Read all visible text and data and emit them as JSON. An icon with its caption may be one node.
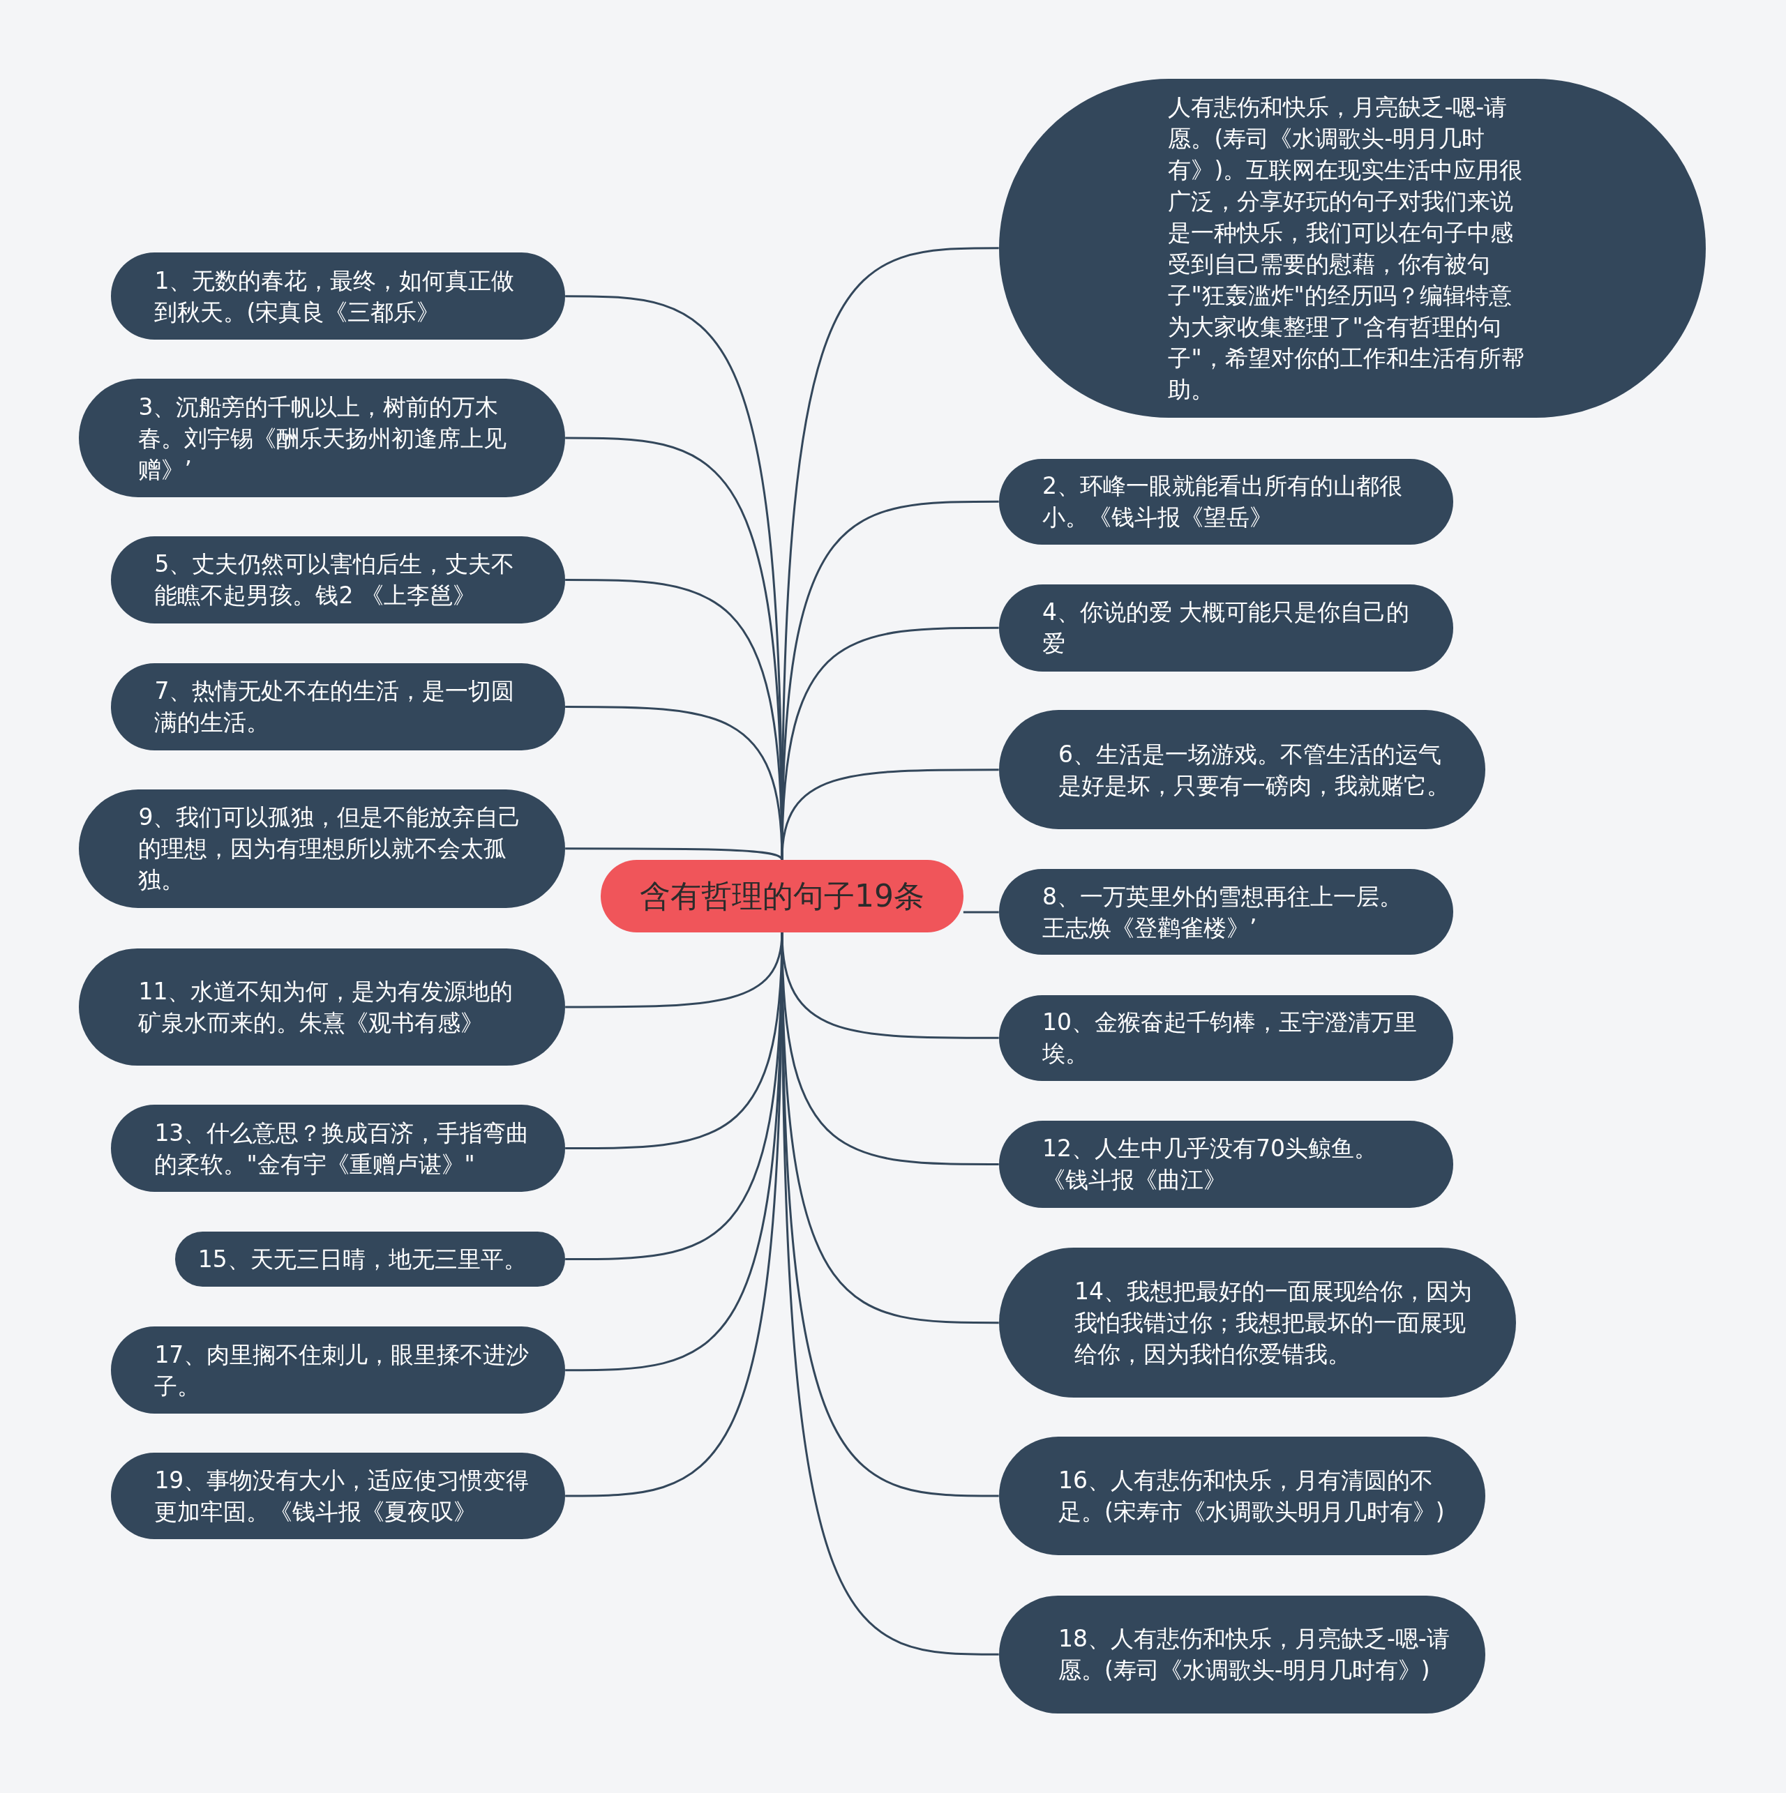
{
  "diagram": {
    "nodes": [
      {
        "text": [
          "含有哲理的句子19条"
        ]
      },
      {
        "text": [
          "人有悲伤和快乐，月亮缺乏-嗯-请愿。(寿司《水调歌头-明月几时有》)。互联网在现实生活中应用很广泛，分享好玩的句子对我们来说是一种快乐，我们可以在句子中感受到自己需要的慰藉，你有被句子\"狂轰滥炸\"的经历吗？编辑特意为大家收集整理了\"含有哲理的句子\"，希望对你的工作和生活有所帮助。"
        ]
      },
      {
        "text": [
          "1、无数的春花，最终，如何真正做到秋天。(宋真良《三都乐》"
        ]
      },
      {
        "text": [
          "2、环峰一眼就能看出所有的山都很小。《钱斗报《望岳》"
        ]
      },
      {
        "text": [
          "3、沉船旁的千帆以上，树前的万木春。刘宇锡《酬乐天扬州初逢席上见赠》’"
        ]
      },
      {
        "text": [
          "4、你说的爱 大概可能只是你自己的爱"
        ]
      },
      {
        "text": [
          "5、丈夫仍然可以害怕后生，丈夫不能瞧不起男孩。钱2 《上李邕》"
        ]
      },
      {
        "text": [
          "6、生活是一场游戏。不管生活的运气是好是坏，只要有一磅肉，我就赌它。"
        ]
      },
      {
        "text": [
          "7、热情无处不在的生活，是一切圆满的生活。"
        ]
      },
      {
        "text": [
          "8、一万英里外的雪想再往上一层。王志焕《登鹳雀楼》’"
        ]
      },
      {
        "text": [
          "9、我们可以孤独，但是不能放弃自己的理想，因为有理想所以就不会太孤独。"
        ]
      },
      {
        "text": [
          "10、金猴奋起千钧棒，玉宇澄清万里埃。"
        ]
      },
      {
        "text": [
          "11、水道不知为何，是为有发源地的矿泉水而来的。朱熹《观书有感》"
        ]
      },
      {
        "text": [
          "12、人生中几乎没有70头鲸鱼。《钱斗报《曲江》"
        ]
      },
      {
        "text": [
          "13、什么意思？换成百济，手指弯曲的柔软。\"金有宇《重赠卢谌》\""
        ]
      },
      {
        "text": [
          "14、我想把最好的一面展现给你，因为我怕我错过你；我想把最坏的一面展现给你，因为我怕你爱错我。"
        ]
      },
      {
        "text": [
          "15、天无三日晴，地无三里平。"
        ]
      },
      {
        "text": [
          "16、人有悲伤和快乐，月有清圆的不足。(宋寿市《水调歌头明月几时有》)"
        ]
      },
      {
        "text": [
          "17、肉里搁不住刺儿，眼里揉不进沙子。"
        ]
      },
      {
        "text": [
          "18、人有悲伤和快乐，月亮缺乏-嗯-请愿。(寿司《水调歌头-明月几时有》)"
        ]
      },
      {
        "text": [
          "19、事物没有大小，适应使习惯变得更加牢固。《钱斗报《夏夜叹》"
        ]
      }
    ],
    "edges": [
      {
        "from": 0,
        "to": 1,
        "arrow": "none"
      },
      {
        "from": 0,
        "to": 2,
        "arrow": "none"
      },
      {
        "from": 0,
        "to": 3,
        "arrow": "none"
      },
      {
        "from": 0,
        "to": 4,
        "arrow": "none"
      },
      {
        "from": 0,
        "to": 5,
        "arrow": "none"
      },
      {
        "from": 0,
        "to": 6,
        "arrow": "none"
      },
      {
        "from": 0,
        "to": 7,
        "arrow": "none"
      },
      {
        "from": 0,
        "to": 8,
        "arrow": "none"
      },
      {
        "from": 0,
        "to": 9,
        "arrow": "none"
      },
      {
        "from": 0,
        "to": 10,
        "arrow": "none"
      },
      {
        "from": 0,
        "to": 11,
        "arrow": "none"
      },
      {
        "from": 0,
        "to": 12,
        "arrow": "none"
      },
      {
        "from": 0,
        "to": 13,
        "arrow": "none"
      },
      {
        "from": 0,
        "to": 14,
        "arrow": "none"
      },
      {
        "from": 0,
        "to": 15,
        "arrow": "none"
      },
      {
        "from": 0,
        "to": 16,
        "arrow": "none"
      },
      {
        "from": 0,
        "to": 17,
        "arrow": "none"
      },
      {
        "from": 0,
        "to": 18,
        "arrow": "none"
      },
      {
        "from": 0,
        "to": 19,
        "arrow": "none"
      },
      {
        "from": 0,
        "to": 20,
        "arrow": "none"
      }
    ]
  }
}
